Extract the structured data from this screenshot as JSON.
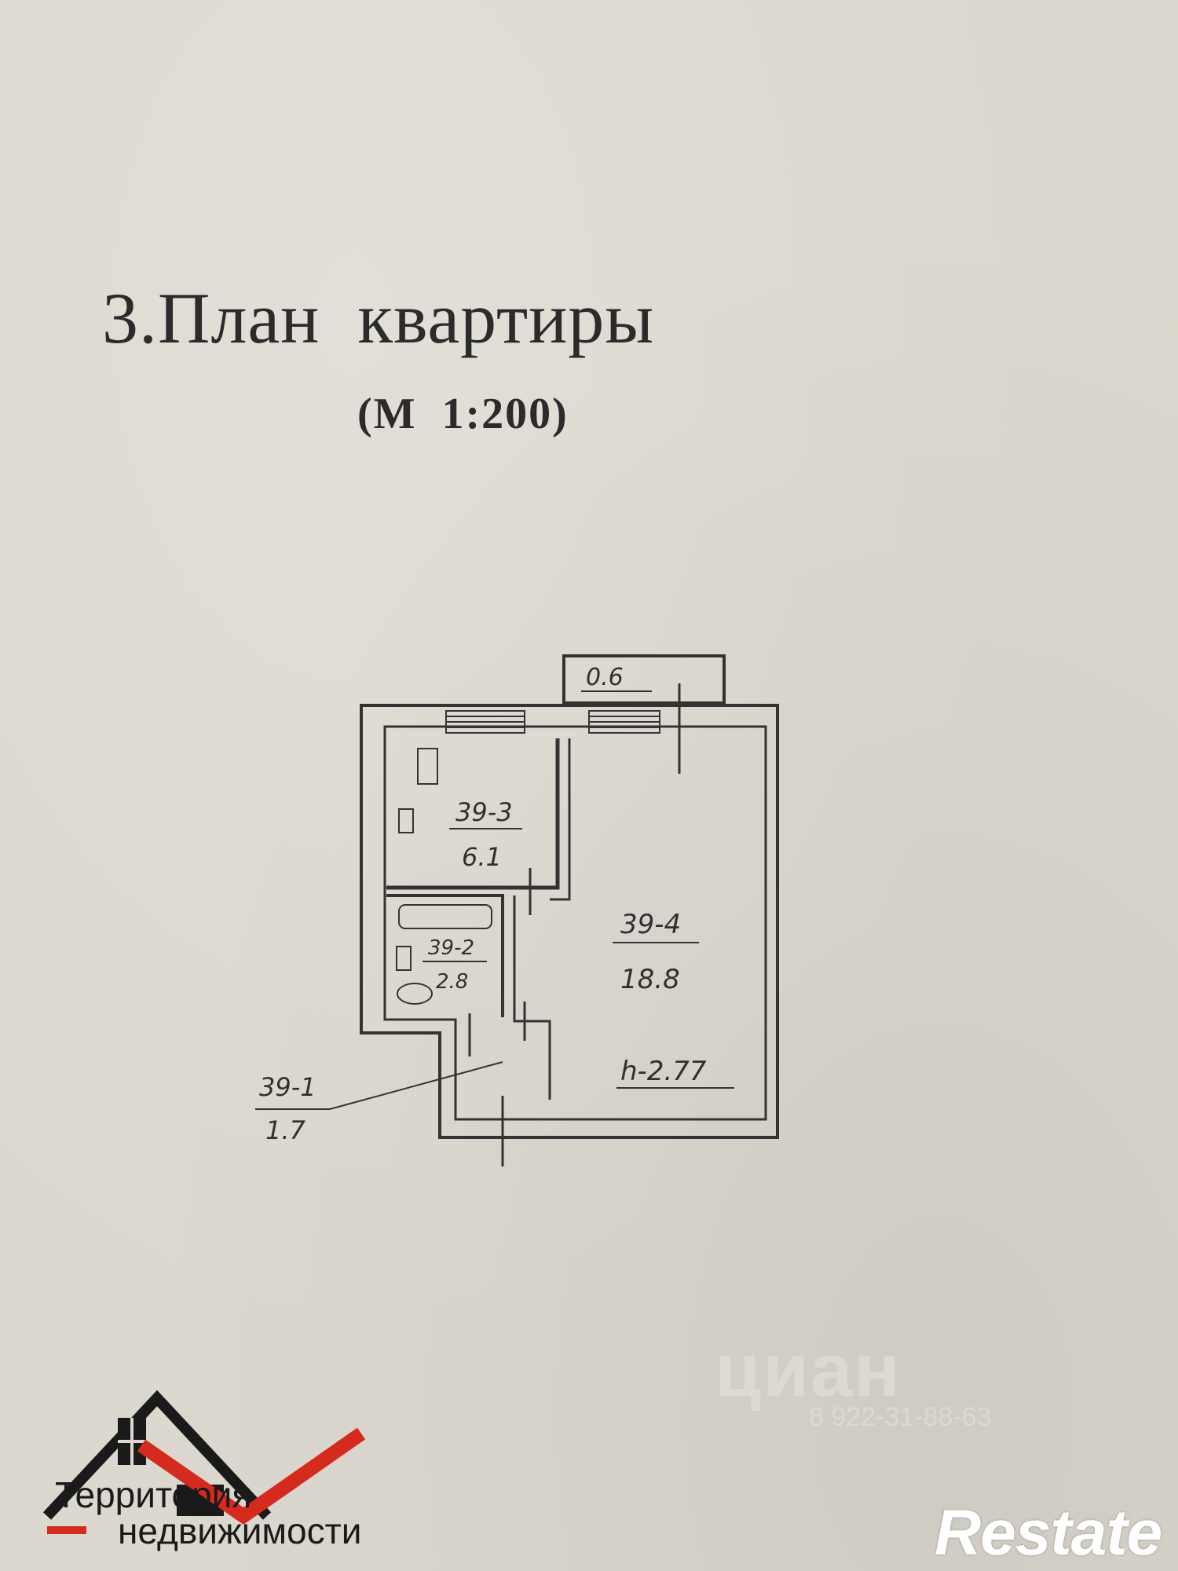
{
  "document": {
    "title": "3.План  квартиры",
    "scale": "(М  1:200)"
  },
  "plan": {
    "rooms": [
      {
        "id": "39-3",
        "area": "6.1"
      },
      {
        "id": "39-2",
        "area": "2.8"
      },
      {
        "id": "39-4",
        "area": "18.8"
      },
      {
        "id": "39-1",
        "area": "1.7"
      }
    ],
    "balcony_area": "0.6",
    "ceiling_height": "h-2.77"
  },
  "branding": {
    "agency_line1": "Территория",
    "agency_line2": "недвижимости",
    "site_logo": "Restate",
    "watermark": "циан",
    "watermark_sub": "8 922-31-88-63"
  },
  "colors": {
    "logo_red": "#d52b1e",
    "logo_dark": "#1a1a1a",
    "ink": "#2b2b2b"
  }
}
